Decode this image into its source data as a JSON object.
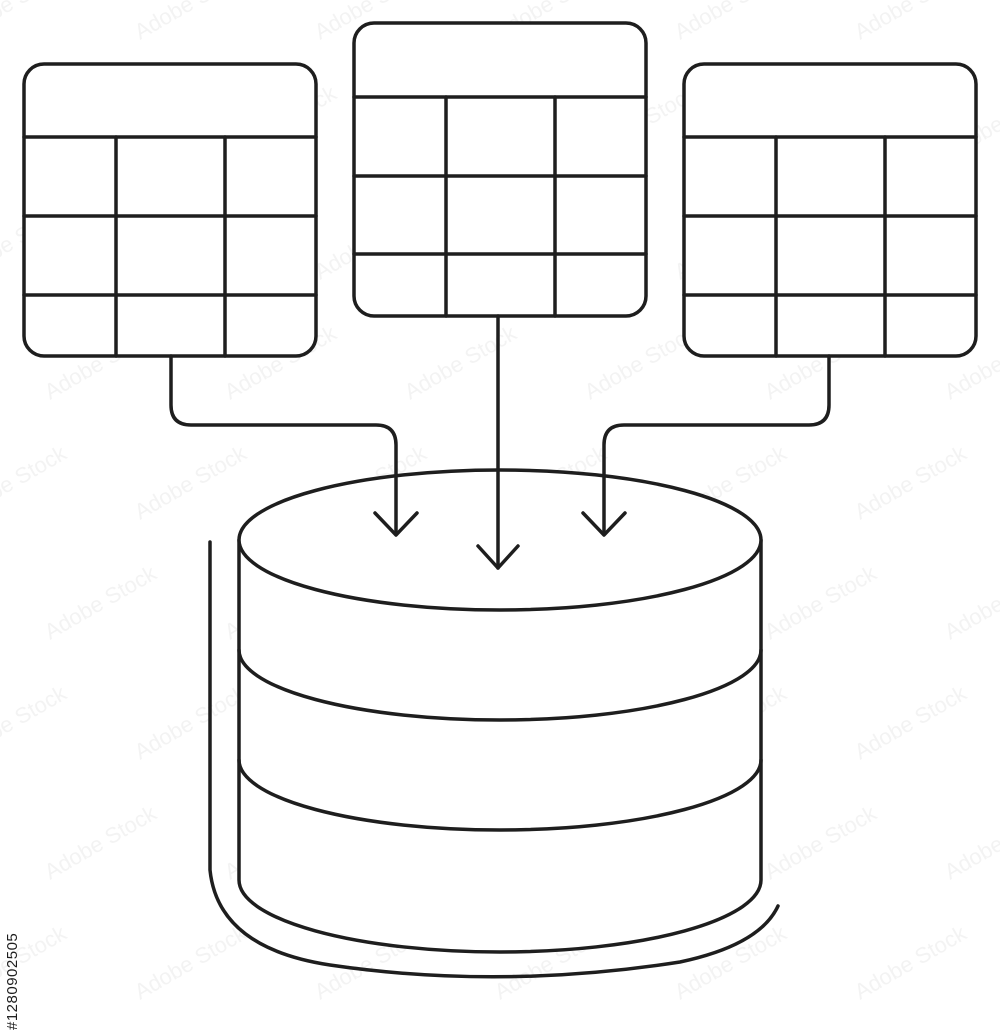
{
  "diagram": {
    "type": "line-art illustration",
    "subject": "data-integration",
    "stroke_color": "#1e1e1e",
    "background": "#ffffff",
    "sources": [
      {
        "name": "left-table",
        "icon": "table-icon",
        "flows_to": "database"
      },
      {
        "name": "center-table",
        "icon": "table-icon",
        "flows_to": "database"
      },
      {
        "name": "right-table",
        "icon": "table-icon",
        "flows_to": "database"
      }
    ],
    "target": {
      "name": "database",
      "icon": "database-cylinder-icon",
      "tiers": 3
    }
  },
  "watermark": {
    "stock_id": "#1280902505",
    "pattern_text": "Adobe Stock"
  }
}
